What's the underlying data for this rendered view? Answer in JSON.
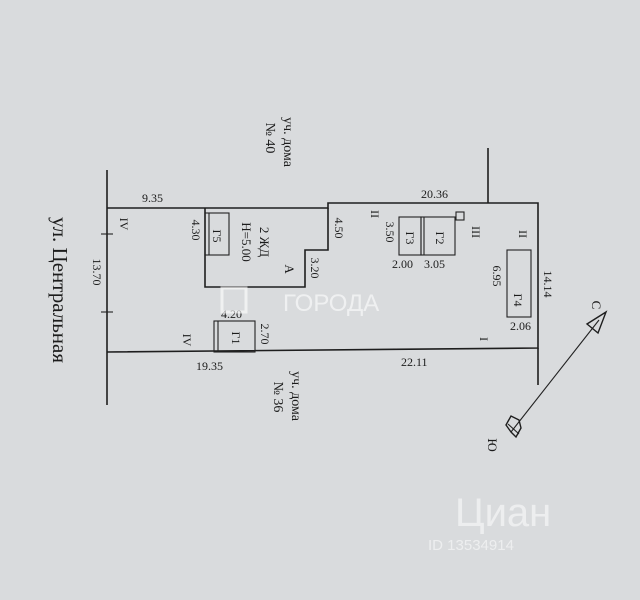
{
  "street": "ул. Центральная",
  "neighbors": {
    "north_line1": "уч. дома",
    "north_line2": "№ 40",
    "south_line1": "уч. дома",
    "south_line2": "№ 36"
  },
  "dimensions": {
    "top_left": "9.35",
    "top_right": "20.36",
    "bottom_left": "19.35",
    "bottom_right": "22.11",
    "left_side": "13.70",
    "right_side": "14.14",
    "g5_side": "4.30",
    "house_step": "4.50",
    "house_notch": "3.20",
    "g1_width": "4.20",
    "g1_depth": "2.70",
    "g3_height": "3.50",
    "g3_width": "2.00",
    "g2_width": "3.05",
    "g4_length": "6.95",
    "g4_width": "2.06"
  },
  "buildings": {
    "house_type": "2 ЖД",
    "house_height": "Н=5.00",
    "house_letter": "А",
    "g1": "Г1",
    "g2": "Г2",
    "g3": "Г3",
    "g4": "Г4",
    "g5": "Г5"
  },
  "boundary_marks": {
    "iv_top": "IV",
    "iv_bottom": "IV",
    "ii_house": "II",
    "iii": "III",
    "ii_right": "II",
    "i": "I"
  },
  "compass": {
    "north": "С",
    "south": "Ю"
  },
  "watermarks": {
    "gorod": "ГОРОДА",
    "cian": "Циан",
    "cian_id": "ID 13534914"
  },
  "colors": {
    "paper": "#d9dbdd",
    "ink": "#1e1e1e"
  }
}
